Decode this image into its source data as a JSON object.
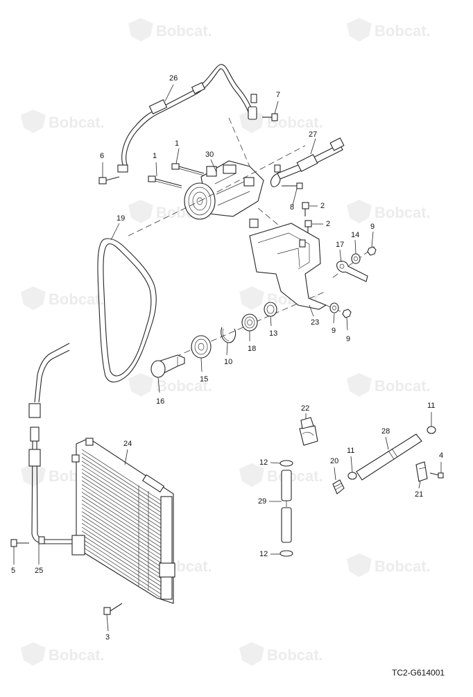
{
  "watermark": {
    "text": "Bobcat."
  },
  "drawing_code": "TC2-G614001",
  "callouts": [
    {
      "id": "c26a",
      "text": "26"
    },
    {
      "id": "c7",
      "text": "7"
    },
    {
      "id": "c27",
      "text": "27"
    },
    {
      "id": "c6",
      "text": "6"
    },
    {
      "id": "c1a",
      "text": "1"
    },
    {
      "id": "c1b",
      "text": "1"
    },
    {
      "id": "c30",
      "text": "30"
    },
    {
      "id": "c8",
      "text": "8"
    },
    {
      "id": "c2a",
      "text": "2"
    },
    {
      "id": "c2b",
      "text": "2"
    },
    {
      "id": "c19",
      "text": "19"
    },
    {
      "id": "c14",
      "text": "14"
    },
    {
      "id": "c9a",
      "text": "9"
    },
    {
      "id": "c17",
      "text": "17"
    },
    {
      "id": "c23",
      "text": "23"
    },
    {
      "id": "c9b",
      "text": "9"
    },
    {
      "id": "c9c",
      "text": "9"
    },
    {
      "id": "c13",
      "text": "13"
    },
    {
      "id": "c18",
      "text": "18"
    },
    {
      "id": "c10",
      "text": "10"
    },
    {
      "id": "c15",
      "text": "15"
    },
    {
      "id": "c16",
      "text": "16"
    },
    {
      "id": "c22",
      "text": "22"
    },
    {
      "id": "c11a",
      "text": "11"
    },
    {
      "id": "c28",
      "text": "28"
    },
    {
      "id": "c24",
      "text": "24"
    },
    {
      "id": "c12a",
      "text": "12"
    },
    {
      "id": "c20",
      "text": "20"
    },
    {
      "id": "c11b",
      "text": "11"
    },
    {
      "id": "c4",
      "text": "4"
    },
    {
      "id": "c21",
      "text": "21"
    },
    {
      "id": "c29",
      "text": "29"
    },
    {
      "id": "c5",
      "text": "5"
    },
    {
      "id": "c25",
      "text": "25"
    },
    {
      "id": "c12b",
      "text": "12"
    },
    {
      "id": "c3",
      "text": "3"
    }
  ]
}
